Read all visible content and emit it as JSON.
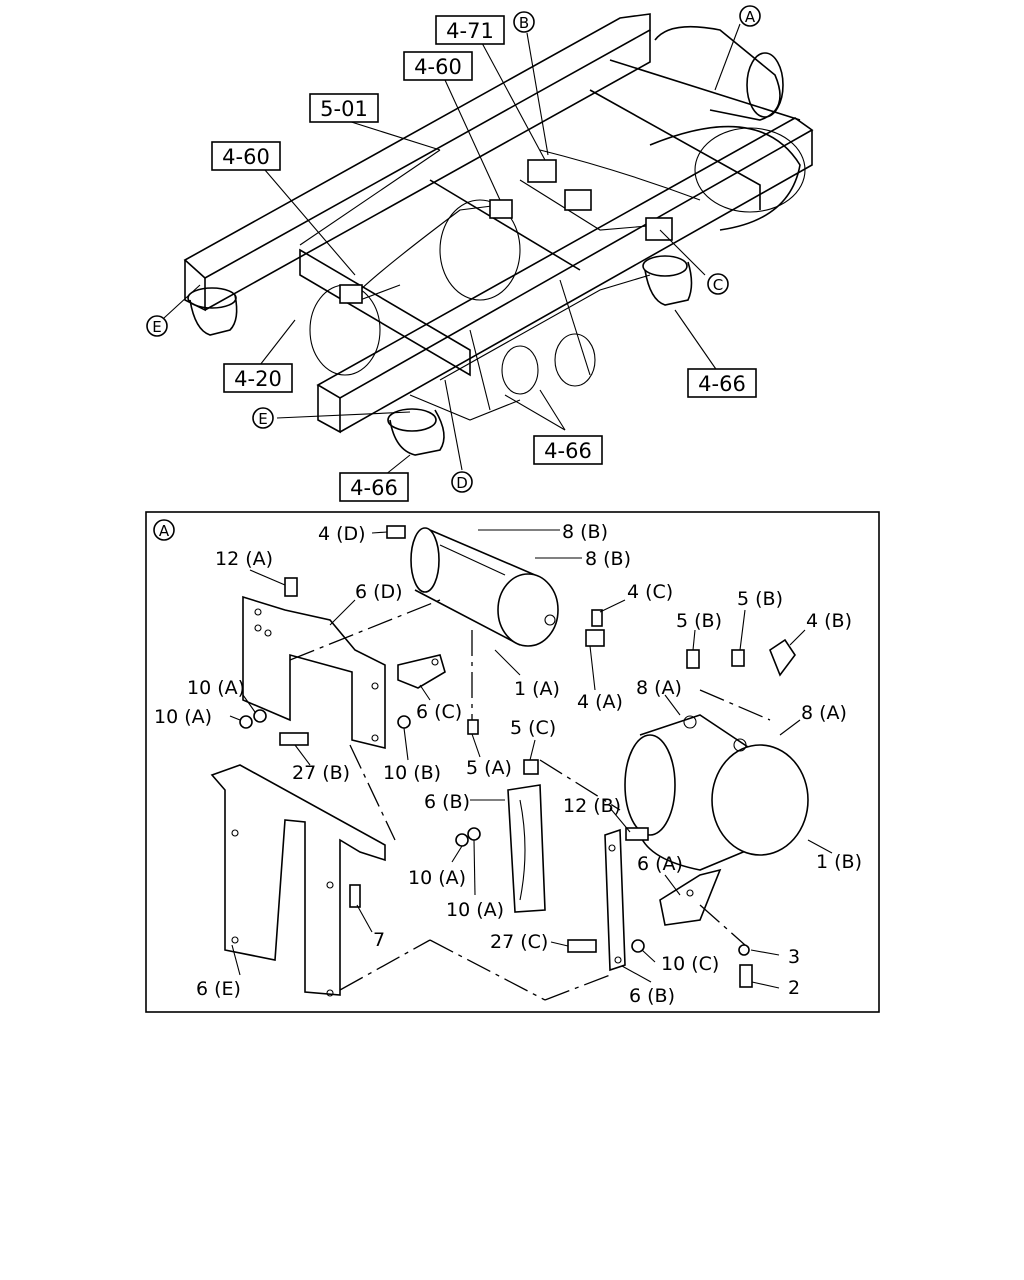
{
  "overview": {
    "section_refs": [
      "4-71",
      "4-60",
      "5-01",
      "4-60",
      "4-20",
      "4-66",
      "4-66",
      "4-66"
    ],
    "circle_refs": [
      "A",
      "B",
      "C",
      "D",
      "E",
      "E"
    ]
  },
  "detail": {
    "circle_label": "A",
    "parts": [
      "4 (D)",
      "8 (B)",
      "8 (B)",
      "12 (A)",
      "6 (D)",
      "4 (C)",
      "5 (B)",
      "5 (B)",
      "4 (B)",
      "10 (A)",
      "10 (A)",
      "6 (C)",
      "1 (A)",
      "4 (A)",
      "8 (A)",
      "8 (A)",
      "27 (B)",
      "10 (B)",
      "5 (A)",
      "5 (C)",
      "6 (B)",
      "12 (B)",
      "10 (A)",
      "10 (A)",
      "1 (B)",
      "6 (A)",
      "7",
      "27 (C)",
      "10 (C)",
      "3",
      "2",
      "6 (E)",
      "6 (B)"
    ]
  }
}
